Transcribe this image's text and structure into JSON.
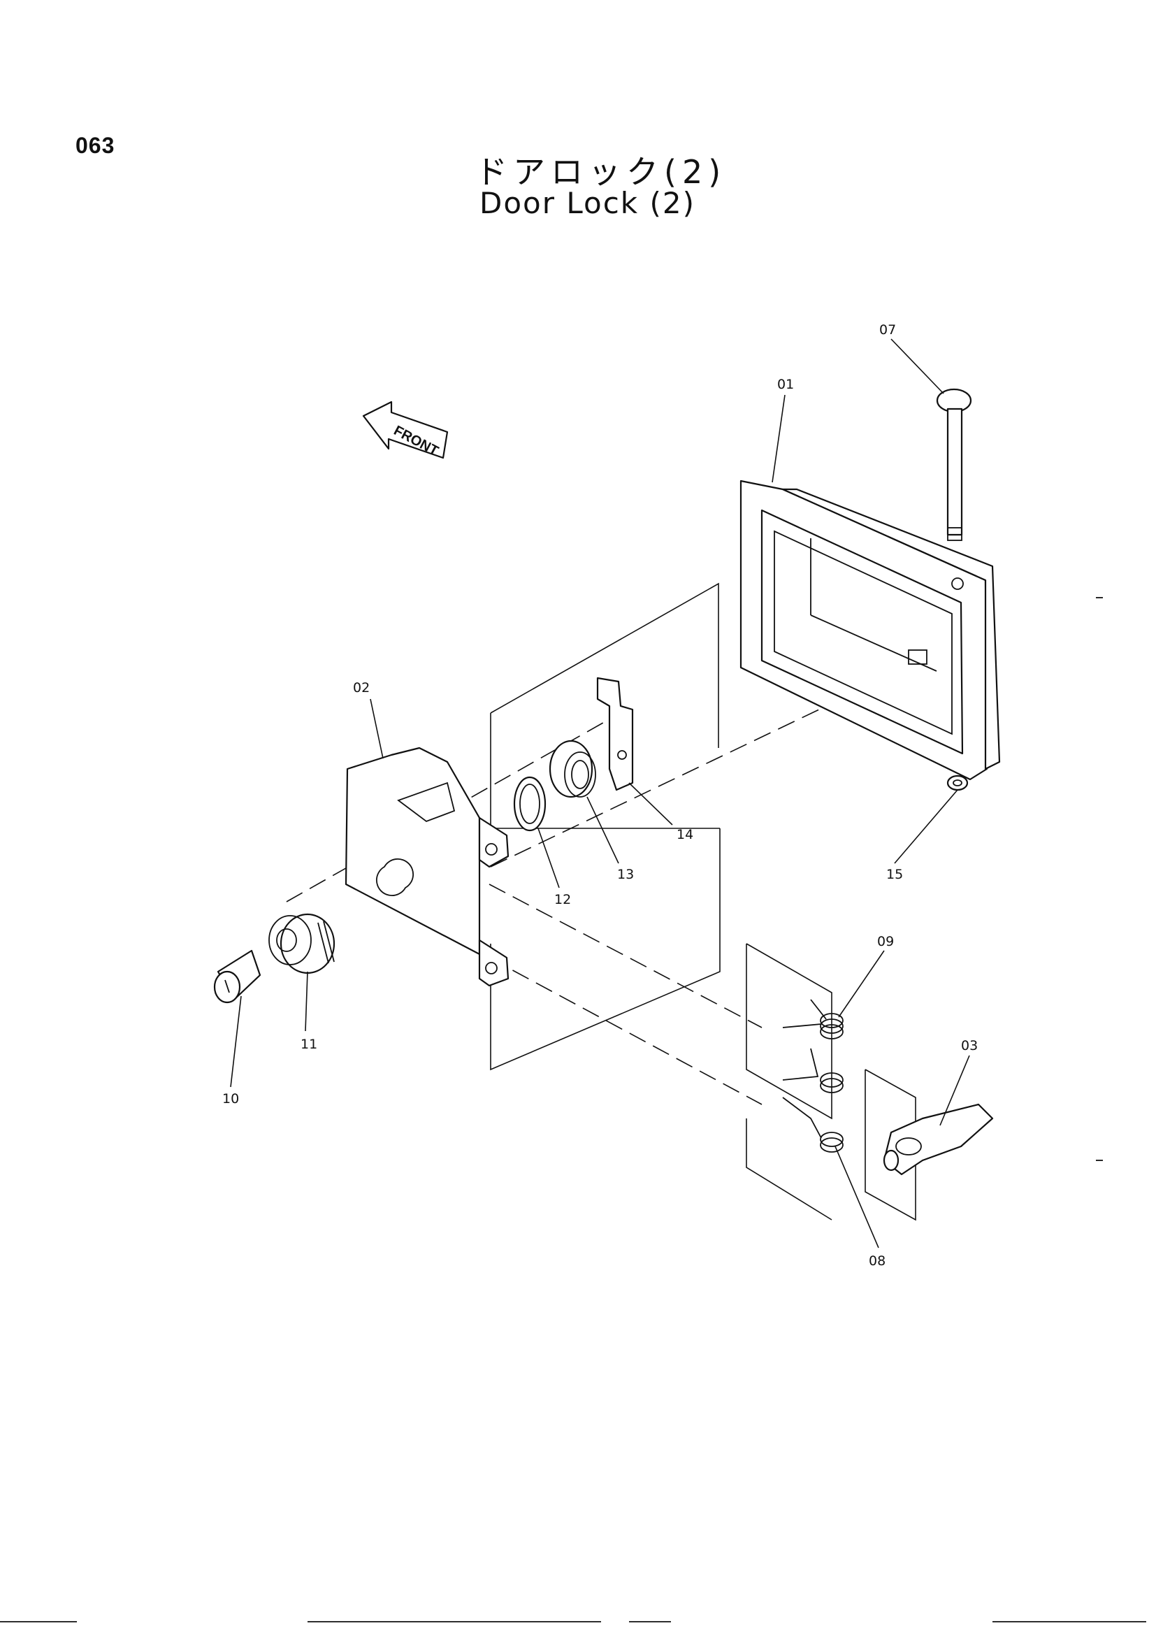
{
  "page_number": "063",
  "title_jp": "ドアロック(2)",
  "title_en": "Door Lock (2)",
  "front_marker": "FRONT",
  "callouts": {
    "c01": "01",
    "c02": "02",
    "c03": "03",
    "c07": "07",
    "c08": "08",
    "c09": "09",
    "c10": "10",
    "c11": "11",
    "c12": "12",
    "c13": "13",
    "c14": "14",
    "c15": "15"
  }
}
